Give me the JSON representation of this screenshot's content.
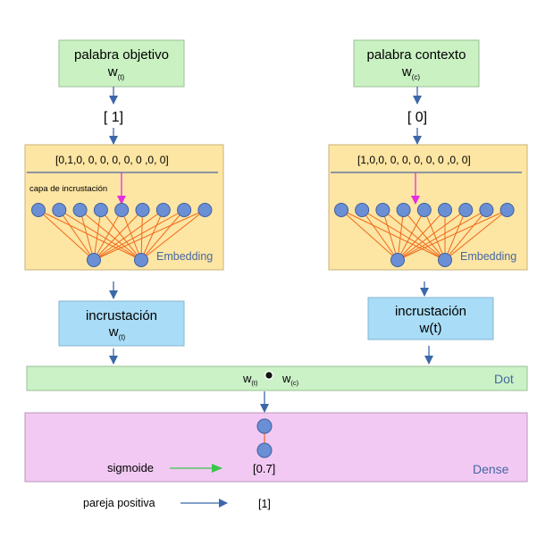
{
  "target_word": {
    "title": "palabra objetivo",
    "symbol": "w",
    "subscript": "(t)",
    "label_value": "[ 1]"
  },
  "context_word": {
    "title": "palabra contexto",
    "symbol": "w",
    "subscript": "(c)",
    "label_value": "[ 0]"
  },
  "left_embedding": {
    "vector": "[0,1,0, 0, 0, 0, 0, 0 ,0, 0]",
    "layer_note": "capa de incrustación",
    "layer_label": "Embedding",
    "input_nodes": 9,
    "output_nodes": 2
  },
  "right_embedding": {
    "vector": "[1,0,0, 0, 0, 0, 0, 0 ,0, 0]",
    "layer_label": "Embedding",
    "input_nodes": 9,
    "output_nodes": 2
  },
  "left_output": {
    "title": "incrustación",
    "symbol": "w",
    "subscript": "(t)"
  },
  "right_output": {
    "title": "incrustación",
    "value": "w(t)"
  },
  "dot_layer": {
    "label": "Dot",
    "left_symbol": "w",
    "left_subscript": "(t)",
    "right_symbol": "w",
    "right_subscript": "(c)"
  },
  "dense_layer": {
    "label": "Dense",
    "activation": "sigmoide",
    "output_value": "[0.7]"
  },
  "legend": {
    "label": "pareja positiva",
    "value": "[1]"
  },
  "colors": {
    "word_box": "#c9f1c2",
    "embedding_box": "#fde5a3",
    "output_box": "#a9dcf6",
    "dot_bar": "#cbf1c7",
    "dense_box": "#f2c9f3",
    "node": "#6b8fd4",
    "edge": "#ef6a1a",
    "focus_arrow": "#e52ee0",
    "arrow": "#3b68a8",
    "sigmoid_arrow": "#39c64a",
    "layer_label": "#4668a3"
  }
}
